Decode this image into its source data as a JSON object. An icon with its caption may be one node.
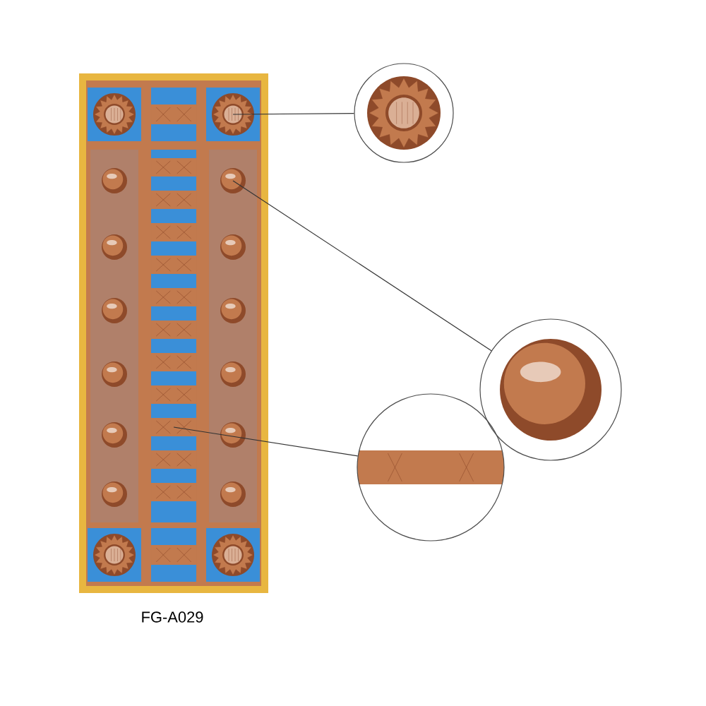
{
  "diagram": {
    "nodes": [
      {
        "text": [],
        "shape": "picture"
      },
      {
        "text": [],
        "shape": "picture"
      },
      {
        "text": [],
        "shape": "picture"
      },
      {
        "text": [],
        "shape": "picture"
      }
    ],
    "edges": [
      {
        "from": 0,
        "to": 1,
        "arrow": "none"
      },
      {
        "from": 0,
        "to": 2,
        "arrow": "none"
      },
      {
        "from": 0,
        "to": 3,
        "arrow": "none"
      }
    ],
    "labels": [
      "FG-A029"
    ]
  }
}
